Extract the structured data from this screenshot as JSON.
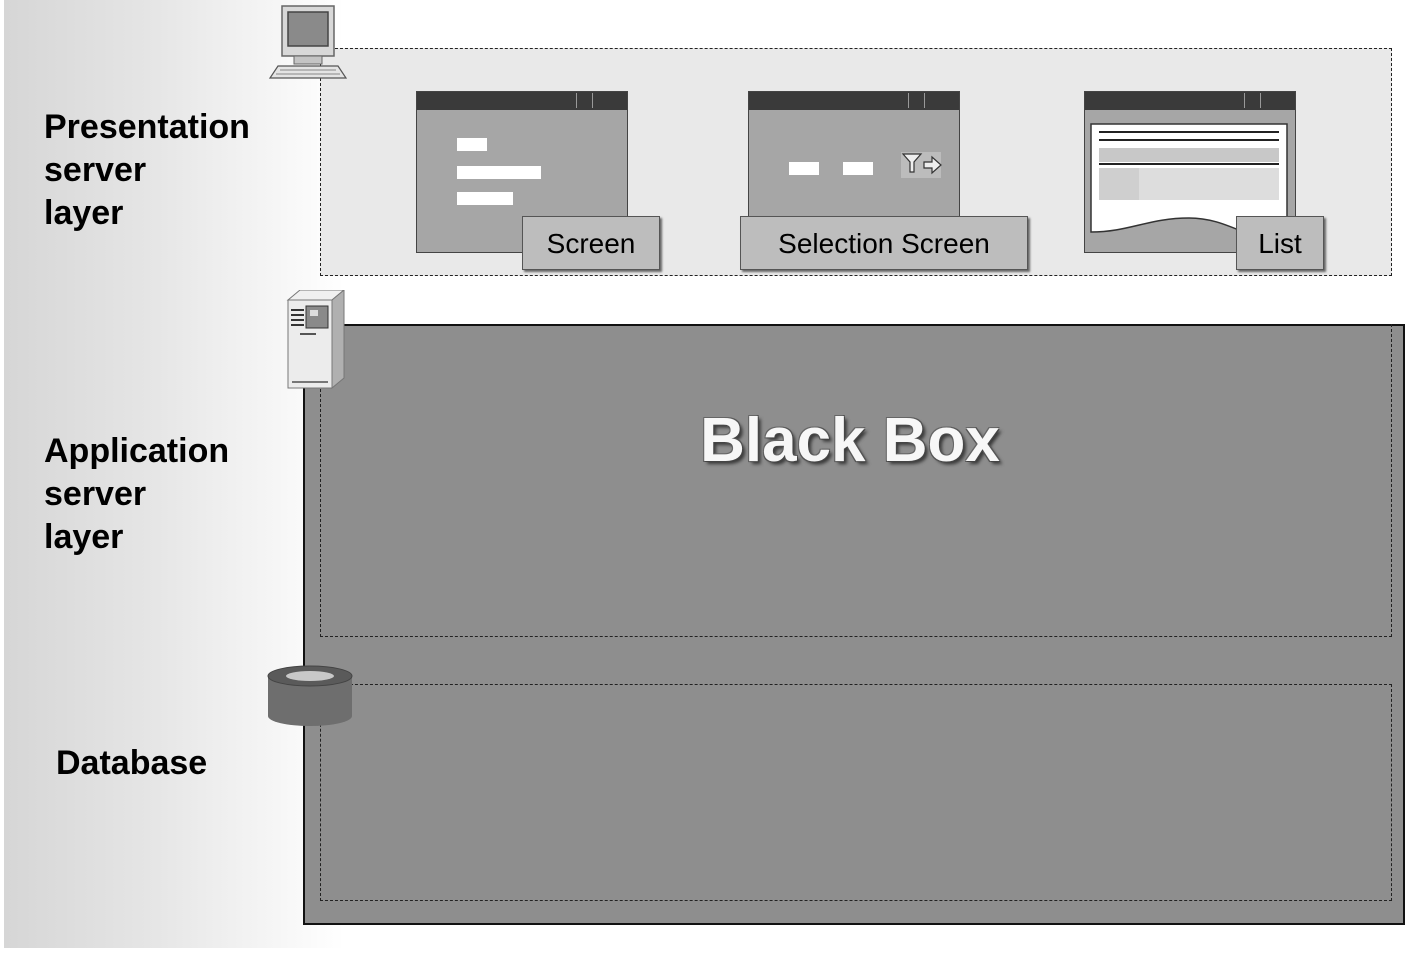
{
  "layers": {
    "presentation": "Presentation\nserver\nlayer",
    "application": "Application\nserver\nlayer",
    "database": "Database"
  },
  "windows": {
    "screen": "Screen",
    "selection_screen": "Selection Screen",
    "list": "List"
  },
  "black_box": {
    "title": "Black Box"
  },
  "icons": {
    "presentation": "desktop-computer-icon",
    "application": "server-tower-icon",
    "database": "database-cylinder-icon",
    "selection": "filter-arrow-icon"
  }
}
